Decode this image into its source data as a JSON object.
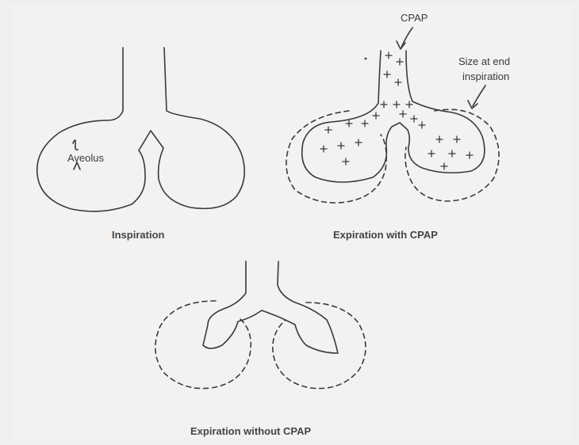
{
  "labels": {
    "alveolus": "Aveolus",
    "cpap": "CPAP",
    "size_at_end": "Size at end",
    "inspiration_word": "inspiration"
  },
  "captions": {
    "inspiration": "Inspiration",
    "expiration_with_cpap": "Expiration with CPAP",
    "expiration_without_cpap": "Expiration without CPAP"
  },
  "colors": {
    "ink": "#3a3a3a",
    "paper": "#f4f2f0"
  }
}
